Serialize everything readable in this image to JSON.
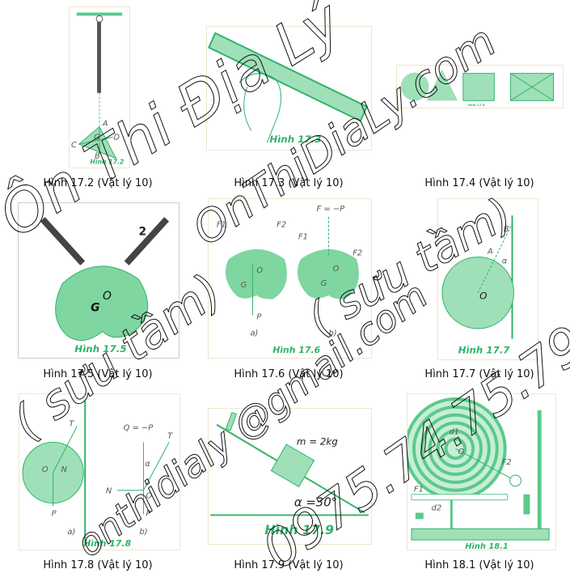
{
  "figures": [
    {
      "label": "Hình 17.2",
      "caption": "Hình 17.2 (Vật lý 10)",
      "points": [
        "A",
        "G",
        "D",
        "C",
        "B"
      ]
    },
    {
      "label": "Hình 17.3",
      "caption": "Hình 17.3 (Vật lý 10)"
    },
    {
      "label": "Hình 17.4",
      "caption": "Hình 17.4 (Vật lý 10)"
    },
    {
      "label": "Hình 17.5",
      "caption": "Hình 17.5 (Vật lý 10)",
      "points": [
        "G",
        "O",
        "2"
      ]
    },
    {
      "label": "Hình 17.6",
      "caption": "Hình 17.6 (Vật lý 10)",
      "points": [
        "F1",
        "F2",
        "O",
        "G",
        "P",
        "a)",
        "F = −P",
        "F1",
        "F2",
        "O",
        "G",
        "b)"
      ]
    },
    {
      "label": "Hình 17.7",
      "caption": "Hình 17.7 (Vật lý 10)",
      "points": [
        "B",
        "A",
        "α",
        "O"
      ]
    },
    {
      "label": "Hình 17.8",
      "caption": "Hình 17.8 (Vật lý 10)",
      "points": [
        "T",
        "O",
        "N",
        "P",
        "a)",
        "Q = −P",
        "T",
        "α",
        "N",
        "O",
        "P",
        "b)"
      ]
    },
    {
      "label": "Hình 17.9",
      "caption": "Hình 17.9 (Vật lý 10)",
      "mass": "m = 2kg",
      "angle": "α =30°"
    },
    {
      "label": "Hình 18.1",
      "caption": "Hình 18.1 (Vật lý 10)",
      "points": [
        "d1",
        "O",
        "F2",
        "F1",
        "d2"
      ]
    }
  ],
  "watermarks": {
    "title": "Ôn Thi Địa Lý",
    "site": "OnThiDiaLy.com",
    "note1": "( sưu tầm)",
    "note2": "( sưu tầm)",
    "email": "onthidialy @gmail.com",
    "phone": "0975.74.75.79"
  },
  "colors": {
    "figure_green": "#2fb36a",
    "fill_green": "#9fe0b8",
    "border": "#ece6cf"
  }
}
